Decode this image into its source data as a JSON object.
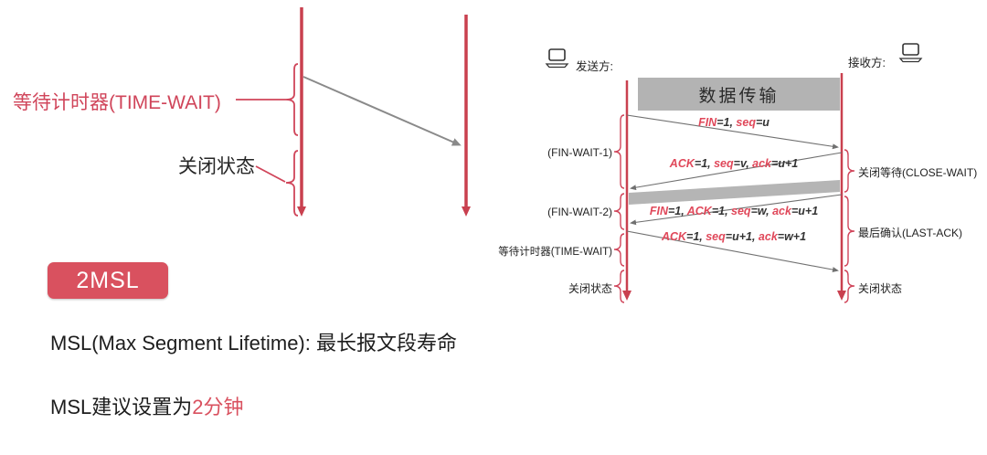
{
  "left_panel": {
    "time_wait_label": "等待计时器(TIME-WAIT)",
    "closed_label": "关闭状态",
    "badge": "2MSL"
  },
  "notes": {
    "msl_definition": "MSL(Max Segment Lifetime): 最长报文段寿命",
    "msl_suggestion_prefix": "MSL建议设置为",
    "msl_suggestion_value": "2分钟"
  },
  "sequence": {
    "sender_label": "发送方:",
    "receiver_label": "接收方:",
    "data_transfer": "数据传输",
    "messages": [
      {
        "parts": [
          "FIN",
          "=1, ",
          "seq",
          "=u"
        ]
      },
      {
        "parts": [
          "ACK",
          "=1, ",
          "seq",
          "=v, ",
          "ack",
          "=u+1"
        ]
      },
      {
        "parts": [
          "FIN",
          "=1, ",
          "ACK",
          "=1, ",
          "seq",
          "=w, ",
          "ack",
          "=u+1"
        ]
      },
      {
        "parts": [
          "ACK",
          "=1, ",
          "seq",
          "=u+1, ",
          "ack",
          "=w+1"
        ]
      }
    ],
    "sender_states": [
      "(FIN-WAIT-1)",
      "(FIN-WAIT-2)",
      "等待计时器(TIME-WAIT)",
      "关闭状态"
    ],
    "receiver_states": [
      "关闭等待(CLOSE-WAIT)",
      "最后确认(LAST-ACK)",
      "关闭状态"
    ]
  },
  "colors": {
    "timeline_red": "#c9404f",
    "accent_red": "#d9515f",
    "message_red": "#e0485a",
    "gray_fill": "#b3b3b3"
  }
}
